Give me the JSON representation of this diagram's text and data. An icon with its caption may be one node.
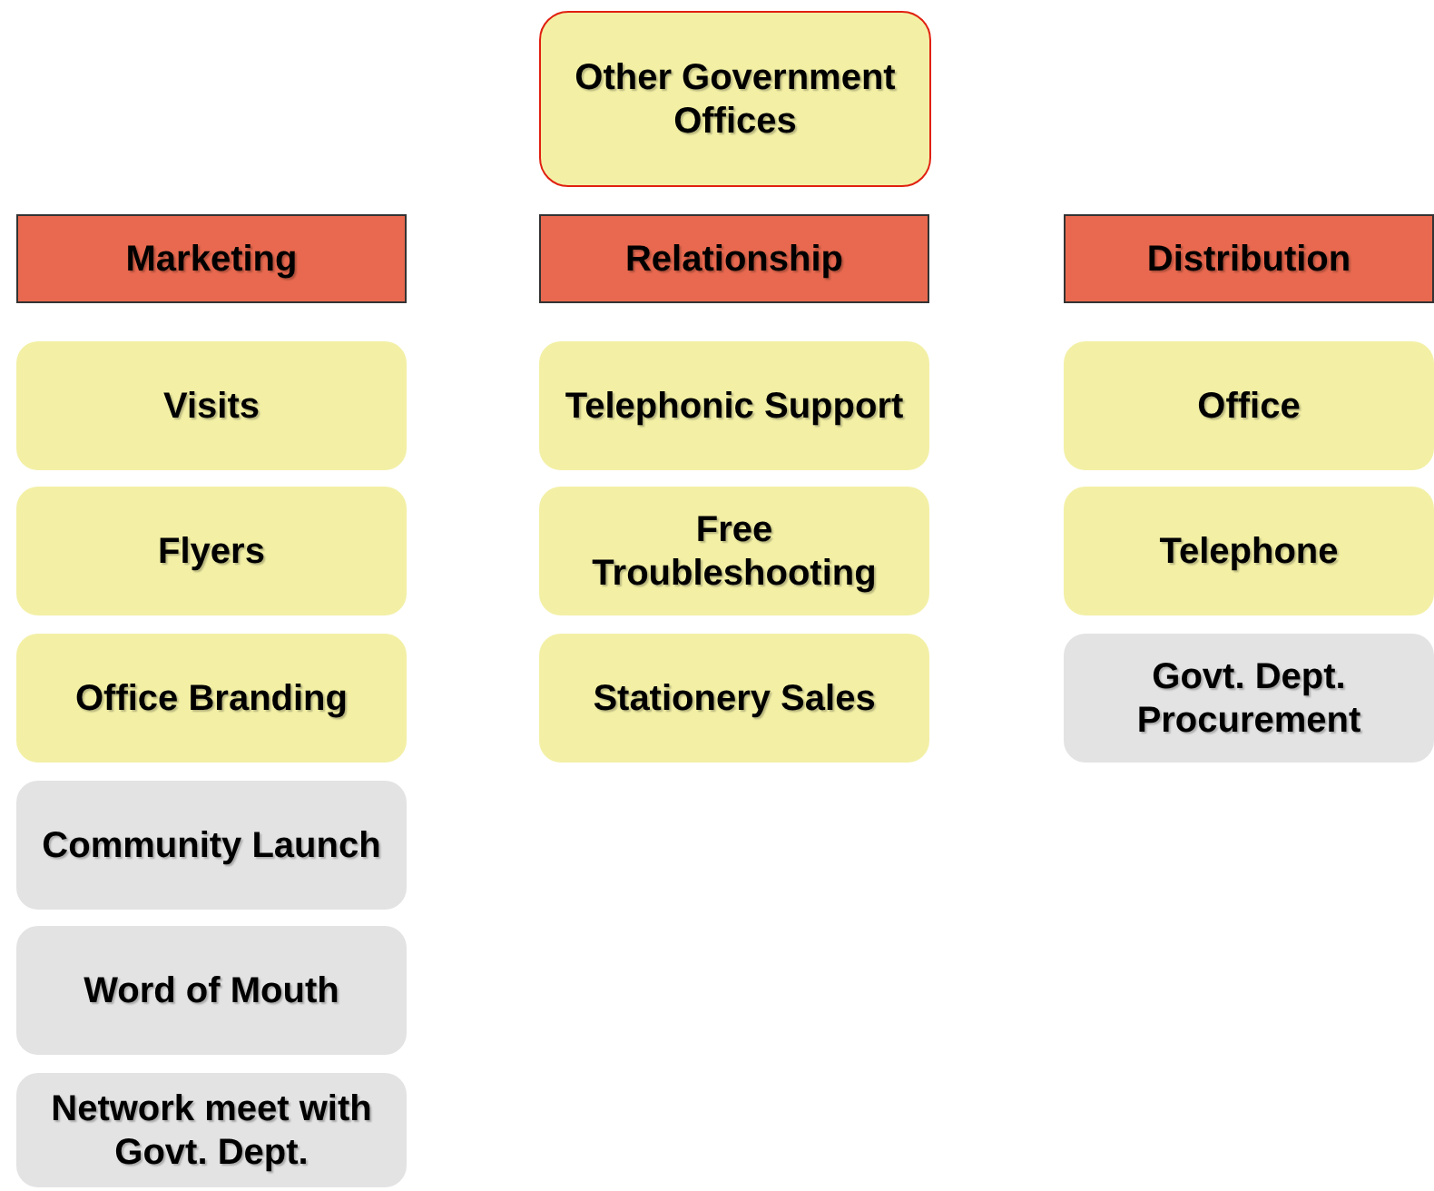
{
  "diagram": {
    "nodes": [
      {
        "text": [
          "Other Government Offices"
        ]
      },
      {
        "text": [
          "Marketing"
        ]
      },
      {
        "text": [
          "Relationship"
        ]
      },
      {
        "text": [
          "Distribution"
        ]
      },
      {
        "text": [
          "Visits"
        ]
      },
      {
        "text": [
          "Flyers"
        ]
      },
      {
        "text": [
          "Office Branding"
        ]
      },
      {
        "text": [
          "Community Launch"
        ]
      },
      {
        "text": [
          "Word of Mouth"
        ]
      },
      {
        "text": [
          "Network meet with Govt. Dept."
        ]
      },
      {
        "text": [
          "Telephonic Support"
        ]
      },
      {
        "text": [
          "Free Troubleshooting"
        ]
      },
      {
        "text": [
          "Stationery Sales"
        ]
      },
      {
        "text": [
          "Office"
        ]
      },
      {
        "text": [
          "Telephone"
        ]
      },
      {
        "text": [
          "Govt. Dept. Procurement"
        ]
      }
    ]
  }
}
